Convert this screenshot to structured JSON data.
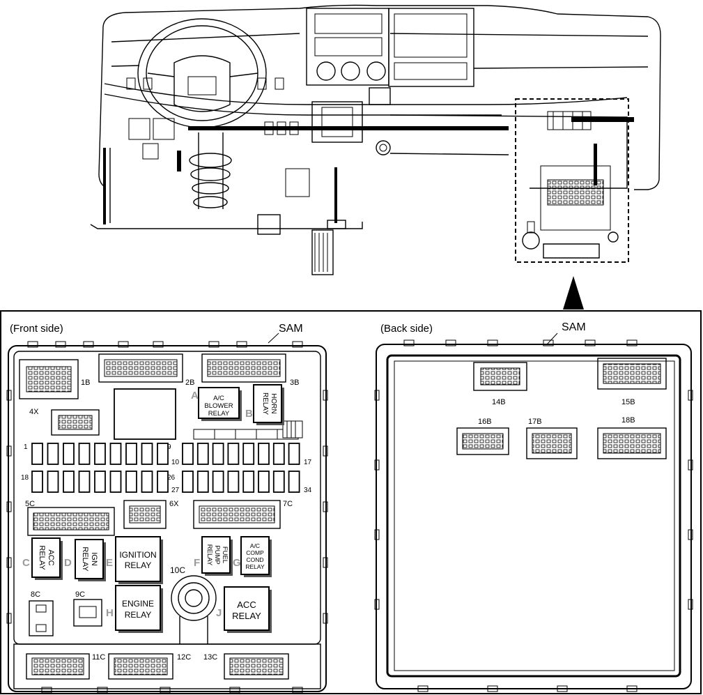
{
  "front_panel": {
    "title": "(Front side)",
    "sam_label": "SAM",
    "connectors": {
      "c1b": "1B",
      "c2b": "2B",
      "c3b": "3B",
      "c4x": "4X",
      "c5c": "5C",
      "c6x": "6X",
      "c7c": "7C",
      "c8c": "8C",
      "c9c": "9C",
      "c10c": "10C",
      "c11c": "11C",
      "c12c": "12C",
      "c13c": "13C"
    },
    "relays": {
      "a": {
        "letter": "A",
        "l1": "A/C",
        "l2": "BLOWER",
        "l3": "RELAY"
      },
      "b": {
        "letter": "B",
        "l1": "HORN",
        "l2": "RELAY"
      },
      "c": {
        "letter": "C",
        "l1": "ACC",
        "l2": "RELAY"
      },
      "d": {
        "letter": "D",
        "l1": "IGN",
        "l2": "RELAY"
      },
      "e": {
        "letter": "E",
        "l1": "IGNITION",
        "l2": "RELAY"
      },
      "f": {
        "letter": "F",
        "l1": "FUEL",
        "l2": "PUMP",
        "l3": "RELAY"
      },
      "g": {
        "letter": "G",
        "l1": "A/C",
        "l2": "COMP",
        "l3": "COND",
        "l4": "RELAY"
      },
      "h": {
        "letter": "H",
        "l1": "ENGINE",
        "l2": "RELAY"
      },
      "j": {
        "letter": "J",
        "l1": "ACC",
        "l2": "RELAY"
      }
    },
    "fuse_numbers": {
      "n1": "1",
      "n9": "9",
      "n10": "10",
      "n17": "17",
      "n18": "18",
      "n26": "26",
      "n27": "27",
      "n34": "34"
    }
  },
  "back_panel": {
    "title": "(Back side)",
    "sam_label": "SAM",
    "connectors": {
      "c14b": "14B",
      "c15b": "15B",
      "c16b": "16B",
      "c17b": "17B",
      "c18b": "18B"
    }
  }
}
